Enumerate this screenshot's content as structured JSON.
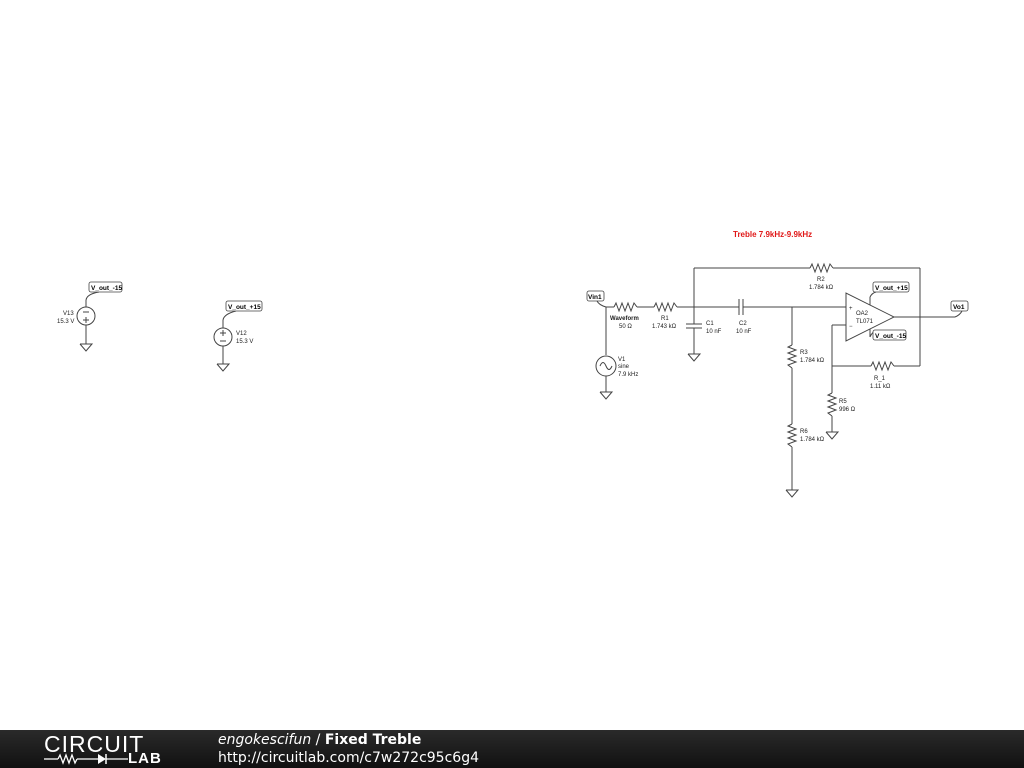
{
  "annotation": "Treble 7.9kHz-9.9kHz",
  "nets": {
    "vout_neg": "V_out_-15",
    "vout_pos": "V_out_+15",
    "vin": "Vin1",
    "vo": "Vo1"
  },
  "components": {
    "v13": {
      "name": "V13",
      "value": "15.3 V"
    },
    "v12": {
      "name": "V12",
      "value": "15.3 V"
    },
    "v1": {
      "name": "V1",
      "type": "sine",
      "freq": "7.9 kHz"
    },
    "waveform": {
      "name": "Waveform",
      "value": "50 Ω"
    },
    "r1": {
      "name": "R1",
      "value": "1.743 kΩ"
    },
    "c1": {
      "name": "C1",
      "value": "10 nF"
    },
    "c2": {
      "name": "C2",
      "value": "10 nF"
    },
    "r2": {
      "name": "R2",
      "value": "1.784 kΩ"
    },
    "r3": {
      "name": "R3",
      "value": "1.784 kΩ"
    },
    "r6": {
      "name": "R6",
      "value": "1.784 kΩ"
    },
    "r5": {
      "name": "R5",
      "value": "996 Ω"
    },
    "r_1": {
      "name": "R_1",
      "value": "1.11 kΩ"
    },
    "oa2": {
      "name": "OA2",
      "model": "TL071"
    }
  },
  "footer": {
    "logo_top": "CIRCUIT",
    "logo_bottom": "LAB",
    "author": "engokescifun",
    "separator": " / ",
    "title": "Fixed Treble",
    "url": "http://circuitlab.com/c7w272c95c6g4"
  }
}
